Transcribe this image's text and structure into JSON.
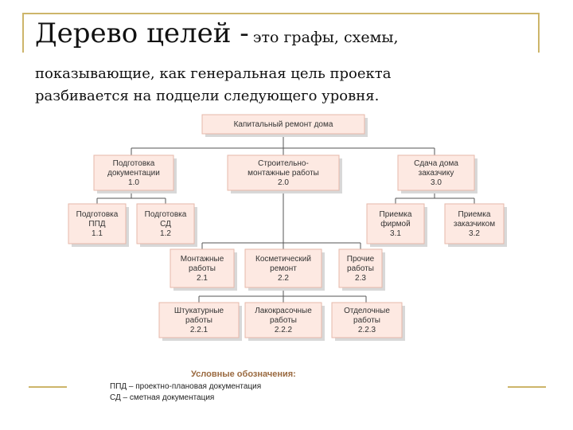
{
  "heading": {
    "title": "Дерево целей -",
    "title_rest": "это графы, схемы,",
    "line2": "показывающие, как генеральная цель проекта",
    "line3": "разбивается на подцели следующего уровня."
  },
  "nodes": {
    "root": {
      "lines": [
        "Капитальный ремонт дома"
      ]
    },
    "n1_0": {
      "lines": [
        "Подготовка",
        "документации",
        "1.0"
      ]
    },
    "n2_0": {
      "lines": [
        "Строительно-",
        "монтажные работы",
        "2.0"
      ]
    },
    "n3_0": {
      "lines": [
        "Сдача дома",
        "заказчику",
        "3.0"
      ]
    },
    "n1_1": {
      "lines": [
        "Подготовка",
        "ППД",
        "1.1"
      ]
    },
    "n1_2": {
      "lines": [
        "Подготовка",
        "СД",
        "1.2"
      ]
    },
    "n3_1": {
      "lines": [
        "Приемка",
        "фирмой",
        "3.1"
      ]
    },
    "n3_2": {
      "lines": [
        "Приемка",
        "заказчиком",
        "3.2"
      ]
    },
    "n2_1": {
      "lines": [
        "Монтажные",
        "работы",
        "2.1"
      ]
    },
    "n2_2": {
      "lines": [
        "Косметический",
        "ремонт",
        "2.2"
      ]
    },
    "n2_3": {
      "lines": [
        "Прочие",
        "работы",
        "2.3"
      ]
    },
    "n2_2_1": {
      "lines": [
        "Штукатурные",
        "работы",
        "2.2.1"
      ]
    },
    "n2_2_2": {
      "lines": [
        "Лакокрасочные",
        "работы",
        "2.2.2"
      ]
    },
    "n2_2_3": {
      "lines": [
        "Отделочные",
        "работы",
        "2.2.3"
      ]
    }
  },
  "legend": {
    "title": "Условные обозначения:",
    "items": [
      "ППД – проектно-плановая документация",
      "СД – сметная документация"
    ]
  },
  "colors": {
    "node_fill": "#fde9e2",
    "node_stroke": "#e6b8aa",
    "node_shadow": "#d8d8d8",
    "connector": "#555555",
    "frame": "#cdb56a"
  }
}
